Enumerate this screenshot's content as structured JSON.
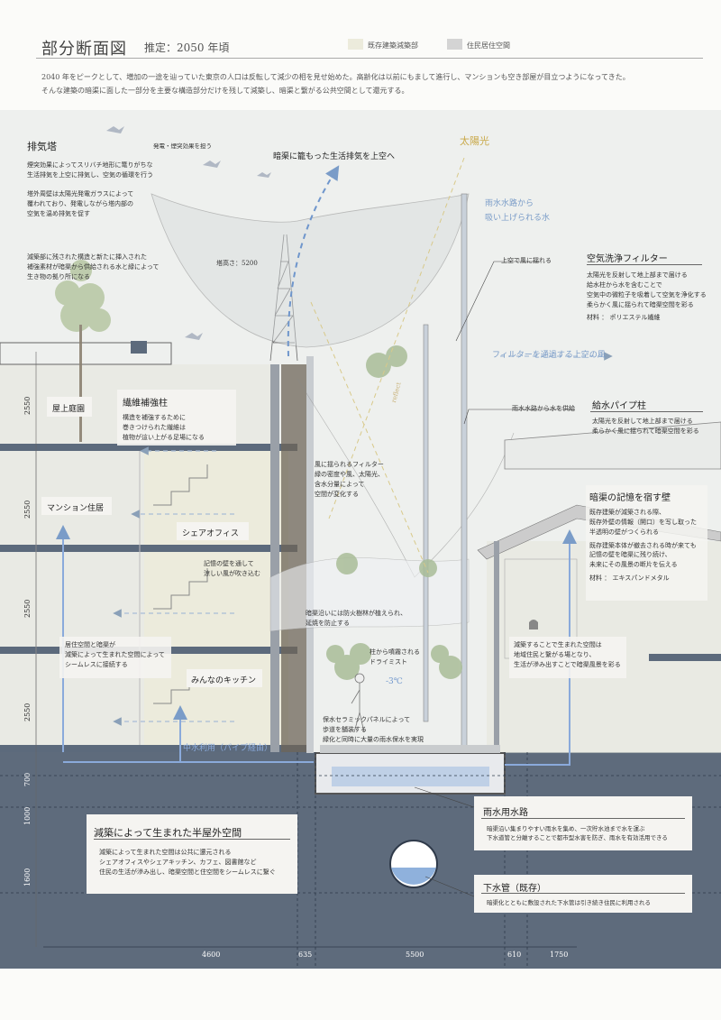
{
  "header": {
    "title": "部分断面図",
    "subtitle": "推定：2050 年頃",
    "legend": [
      {
        "label": "既存建築減築部",
        "color": "#ecebdc"
      },
      {
        "label": "住民居住空間",
        "color": "#d4d4d4"
      }
    ],
    "intro": [
      "2040 年をピークとして、増加の一途を辿っていた東京の人口は反転して減少の相を見せ始めた。高齢化は以前にもまして進行し、マンションも空き部屋が目立つようになってきた。",
      "そんな建築の暗渠に面した一部分を主要な構造部分だけを残して減築し、暗渠と繋がる公共空間として還元する。"
    ]
  },
  "annotations": {
    "exhaust_tower": {
      "title": "排気塔",
      "body1": [
        "煙突効果によってスリバチ地形に篭りがちな",
        "生活排気を上空に排気し、空気の循環を行う"
      ],
      "body2": [
        "塔外周壁は太陽光発電ガラスによって",
        "覆われており、発電しながら塔内部の",
        "空気を温め排気を促す"
      ],
      "body3": [
        "減築部に残された構造と新たに挿入された",
        "補強素材が暗渠から供給される水と緑によって",
        "生き物の拠り所になる"
      ]
    },
    "power_note": "発電・煙突効果を担う",
    "exhaust_arrow": "暗渠に籠もった生活排気を上空へ",
    "sunlight": "太陽光",
    "water_lift": [
      "雨水水路から",
      "吸い上げられる水"
    ],
    "tower_height": "塔高さ：5200",
    "reflect": "reflect",
    "wind_top": "上空で風に揺れる",
    "air_filter": {
      "title": "空気洗浄フィルター",
      "body": [
        "太陽光を反射して地上部まで届ける",
        "給水柱から水を含むことで",
        "空気中の微粒子を吸着して空気を浄化する",
        "柔らかく風に揺られて暗渠空間を彩る"
      ],
      "material": "材料 ： ポリエステル繊維"
    },
    "filter_wind": "フィルターを通過する上空の風",
    "water_supply_note": "雨水水路から水を供給",
    "water_pillar": {
      "title": "給水パイプ柱",
      "body": [
        "太陽光を反射して地上部まで届ける",
        "柔らかく風に揺られて暗渠空間を彩る"
      ]
    },
    "memory_wall": {
      "title": "暗渠の記憶を宿す壁",
      "body": [
        "既存建築が減築される際、",
        "既存外壁の情報（開口）を写し取った",
        "半透明の壁がつくられる"
      ],
      "body2": [
        "既存建築本体が撤去される時が来ても",
        "記憶の壁を暗渠に残り続け、",
        "未来にその風景の断片を伝える"
      ],
      "material": "材料 ： エキスパンドメタル"
    },
    "filter_note": [
      "風に揺られるフィルター",
      "緑の密度や風、太陽光、",
      "含水分量によって",
      "空間が変化する"
    ],
    "rooftop": "屋上庭園",
    "fiber_column": {
      "title": "繊維補強柱",
      "body": [
        "構造を補強するために",
        "巻きつけられた繊維は",
        "植物が這い上がる足場になる"
      ]
    },
    "apartment": "マンション住居",
    "share_office": "シェアオフィス",
    "cool_wind": [
      "記憶の壁を通して",
      "涼しい風が吹き込む"
    ],
    "fireproof": [
      "暗渠沿いには防火樹林が植えられ、",
      "延焼を防止する"
    ],
    "seamless": [
      "居住空間と暗渠が",
      "減築によって生まれた空間によって",
      "シームレスに接続する"
    ],
    "kitchen": "みんなのキッチン",
    "mist": [
      "柱から噴霧される",
      "ドライミスト"
    ],
    "temp": "-3℃",
    "ceramic": [
      "保水セラミックパネルによって",
      "歩道を舗装する",
      "緑化と同時に大量の雨水保水を実現"
    ],
    "new_space": [
      "減築することで生まれた空間は",
      "地域住民と繋がる場となり、",
      "生活が滲み出すことで暗渠風景を彩る"
    ],
    "midwater": "中水利用（パイプ経由）"
  },
  "bottom_boxes": {
    "semi_outdoor": {
      "title": "減築によって生まれた半屋外空間",
      "body": [
        "減築によって生まれた空間は公共に還元される",
        "シェアオフィスやシェアキッチン、カフェ、図書館など",
        "住民の生活が滲み出し、暗渠空間と住空間をシームレスに繋ぐ"
      ]
    },
    "rain_channel": {
      "title": "雨水用水路",
      "body": [
        "暗渠沿い集まりやすい雨水を集め、一次貯水池まで水を運ぶ",
        "下水道管と分離することで都市型水害を防ぎ、雨水を有効活用できる"
      ]
    },
    "sewer": {
      "title": "下水管（既存）",
      "body": "暗渠化とともに敷設された下水管は引き続き住民に利用される"
    }
  },
  "dimensions": {
    "vertical": [
      "2550",
      "2550",
      "2550",
      "2550",
      "700",
      "1000",
      "1600"
    ],
    "horizontal": [
      "4600",
      "635",
      "5500",
      "610",
      "1750"
    ]
  }
}
